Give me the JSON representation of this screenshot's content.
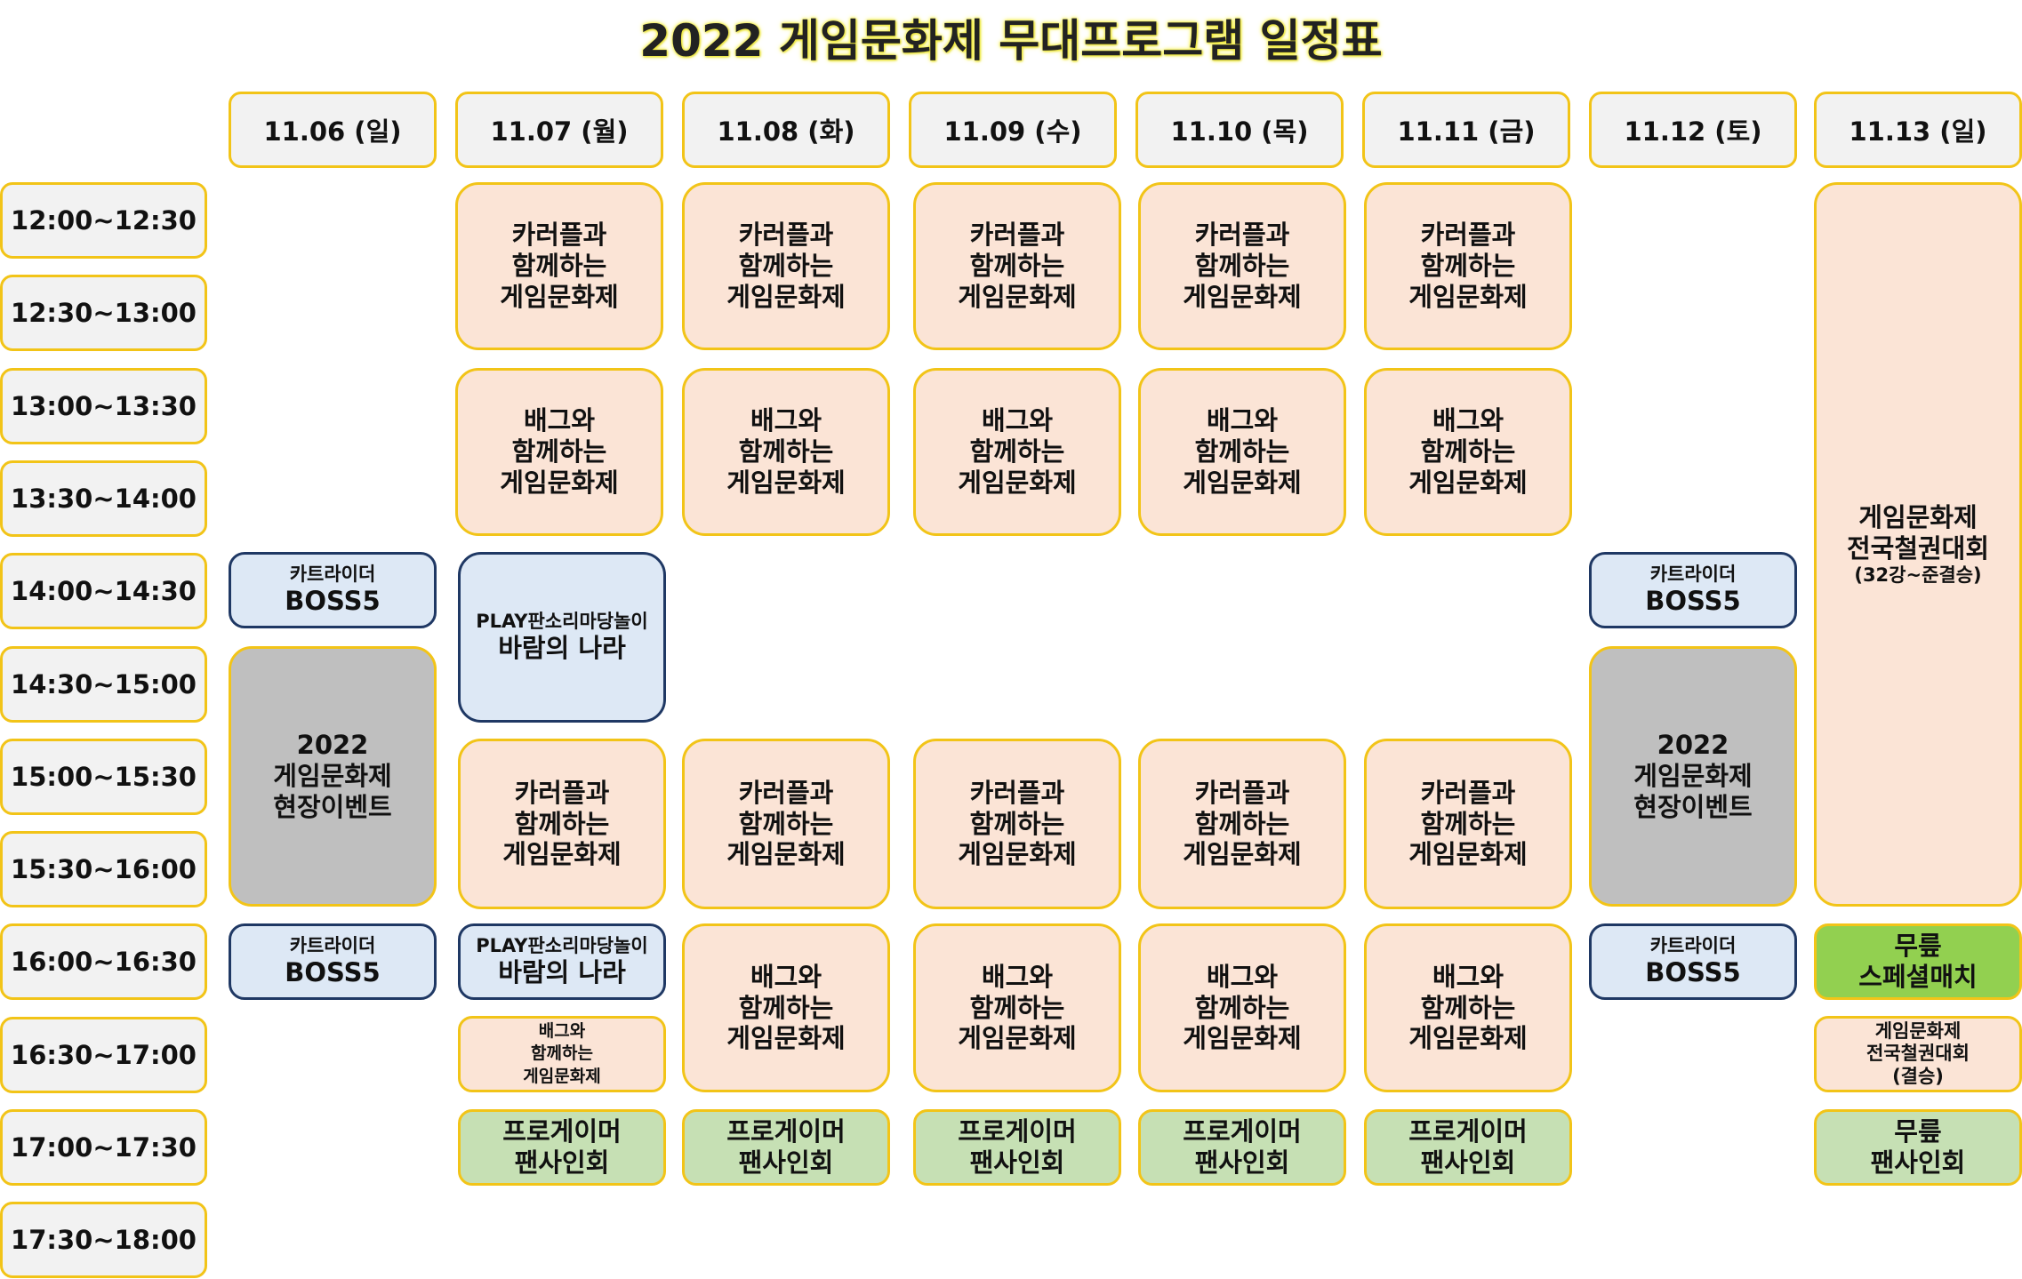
{
  "title": "2022 게임문화제 무대프로그램 일정표",
  "days": [
    "11.06 (일)",
    "11.07 (월)",
    "11.08 (화)",
    "11.09 (수)",
    "11.10 (목)",
    "11.11 (금)",
    "11.12 (토)",
    "11.13 (일)"
  ],
  "slots": [
    "12:00~12:30",
    "12:30~13:00",
    "13:00~13:30",
    "13:30~14:00",
    "14:00~14:30",
    "14:30~15:00",
    "15:00~15:30",
    "15:30~16:00",
    "16:00~16:30",
    "16:30~17:00",
    "17:00~17:30",
    "17:30~18:00"
  ],
  "events": {
    "carrier": "카러플과\n함께하는\n게임문화제",
    "battle": "배그와\n함께하는\n게임문화제",
    "kart_top": "카트라이더",
    "kart_main": "BOSS5",
    "play_top": "PLAY판소리마당놀이",
    "play_main": "바람의 나라",
    "onsite": "2022\n게임문화제\n현장이벤트",
    "national_main": "게임문화제\n전국철권대회",
    "national_sub": "(32강~준결승)",
    "special": "무릎\n스페셜매치",
    "final": "게임문화제\n전국철권대회\n(결승)",
    "pro_fan": "프로게이머\n팬사인회",
    "mureup_fan": "무릎\n팬사인회"
  }
}
